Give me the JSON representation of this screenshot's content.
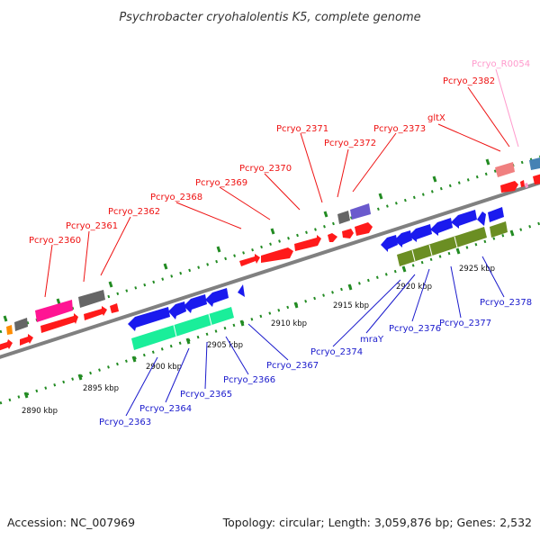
{
  "header": {
    "title": "Psychrobacter cryohalolentis K5, complete genome"
  },
  "footer": {
    "accession": "Accession: NC_007969",
    "summary": "Topology: circular; Length: 3,059,876 bp; Genes: 2,532"
  },
  "colors": {
    "top_strand_gene": "#ff1a1a",
    "bottom_strand_gene": "#1a1aee",
    "rna_label": "#ff99cc",
    "backbone": "#7a7a7a",
    "tick": "#228b22"
  },
  "scale": {
    "labels": [
      "2890 kbp",
      "2895 kbp",
      "2900 kbp",
      "2905 kbp",
      "2910 kbp",
      "2915 kbp",
      "2920 kbp",
      "2925 kbp"
    ]
  },
  "gene_labels": {
    "top": [
      "Pcryo_2360",
      "Pcryo_2361",
      "Pcryo_2362",
      "Pcryo_2368",
      "Pcryo_2369",
      "Pcryo_2370",
      "Pcryo_2371",
      "Pcryo_2372",
      "Pcryo_2373",
      "gltX",
      "Pcryo_2382",
      "Pcryo_R0054"
    ],
    "bottom": [
      "Pcryo_2363",
      "Pcryo_2364",
      "Pcryo_2365",
      "Pcryo_2366",
      "Pcryo_2367",
      "Pcryo_2374",
      "mraY",
      "Pcryo_2376",
      "Pcryo_2377",
      "Pcryo_2378"
    ]
  }
}
